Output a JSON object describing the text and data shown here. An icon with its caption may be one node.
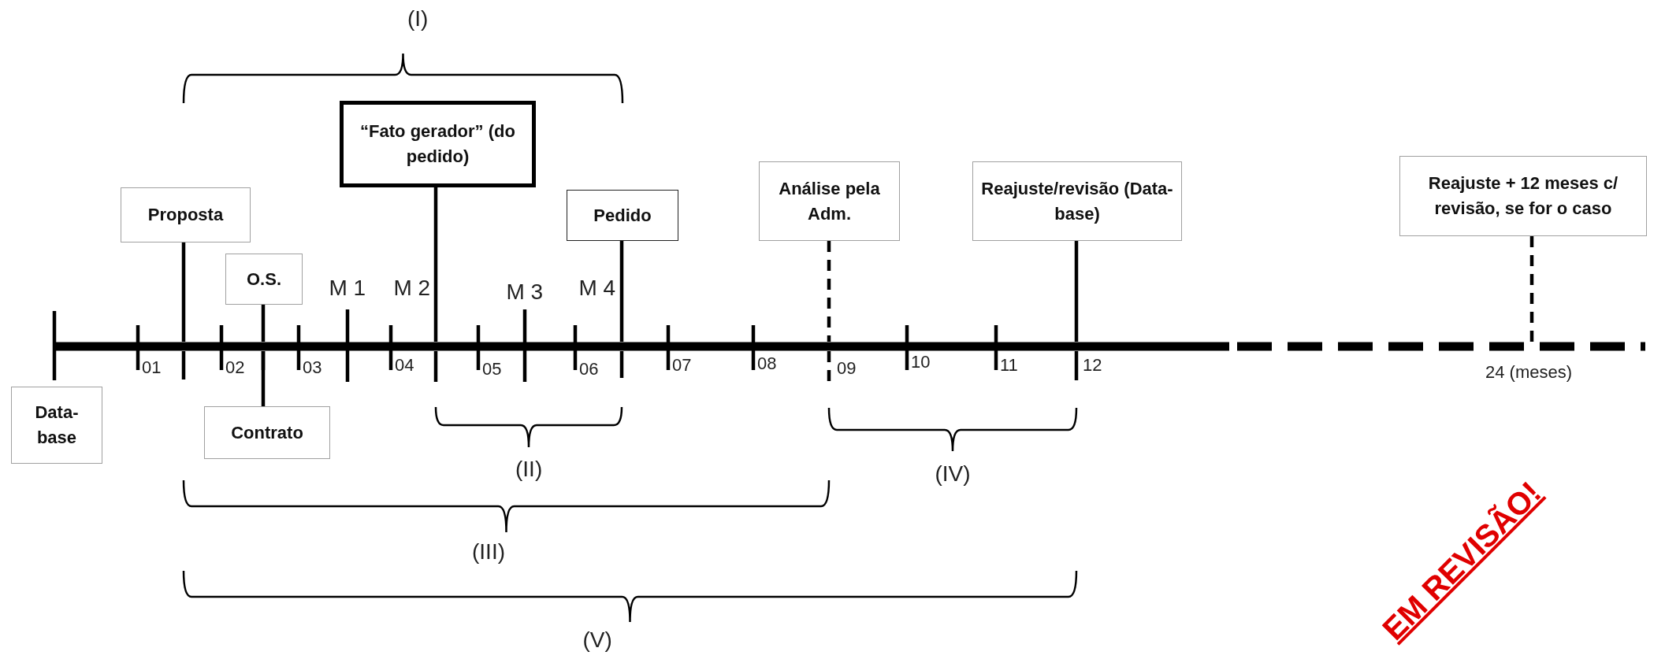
{
  "diagram": {
    "nodes": [
      {
        "text": [
          "Data-base"
        ]
      },
      {
        "text": [
          "Proposta"
        ]
      },
      {
        "text": [
          "O.S."
        ]
      },
      {
        "text": [
          "Contrato"
        ]
      },
      {
        "text": [
          "“Fato gerador” (do pedido)"
        ]
      },
      {
        "text": [
          "Pedido"
        ]
      },
      {
        "text": [
          "Análise pela Adm."
        ]
      },
      {
        "text": [
          "Reajuste/revisão (Data-base)"
        ]
      },
      {
        "text": [
          "Reajuste + 12 meses c/ revisão, se for o caso"
        ]
      },
      {
        "text": [],
        "shape": "bar"
      }
    ],
    "edges": [
      {
        "from": 1,
        "to": 9,
        "arrow": "none"
      },
      {
        "from": 2,
        "to": 9,
        "arrow": "none"
      },
      {
        "from": 3,
        "to": 9,
        "arrow": "none"
      },
      {
        "from": 4,
        "to": 9,
        "arrow": "none"
      },
      {
        "from": 5,
        "to": 9,
        "arrow": "none"
      },
      {
        "from": 6,
        "to": 9,
        "arrow": "none",
        "style": "dashed"
      },
      {
        "from": 7,
        "to": 9,
        "arrow": "none"
      },
      {
        "from": 8,
        "to": 9,
        "arrow": "none",
        "style": "dashed"
      }
    ],
    "labels": [
      "(I)",
      "M 1",
      "M 2",
      "M 3",
      "M 4",
      "01",
      "02",
      "03",
      "04",
      "05",
      "06",
      "07",
      "08",
      "09",
      "10",
      "11",
      "12",
      "24 (meses)",
      "(II)",
      "(IV)",
      "(III)",
      "EM REVISÃO!",
      "(V)"
    ]
  }
}
